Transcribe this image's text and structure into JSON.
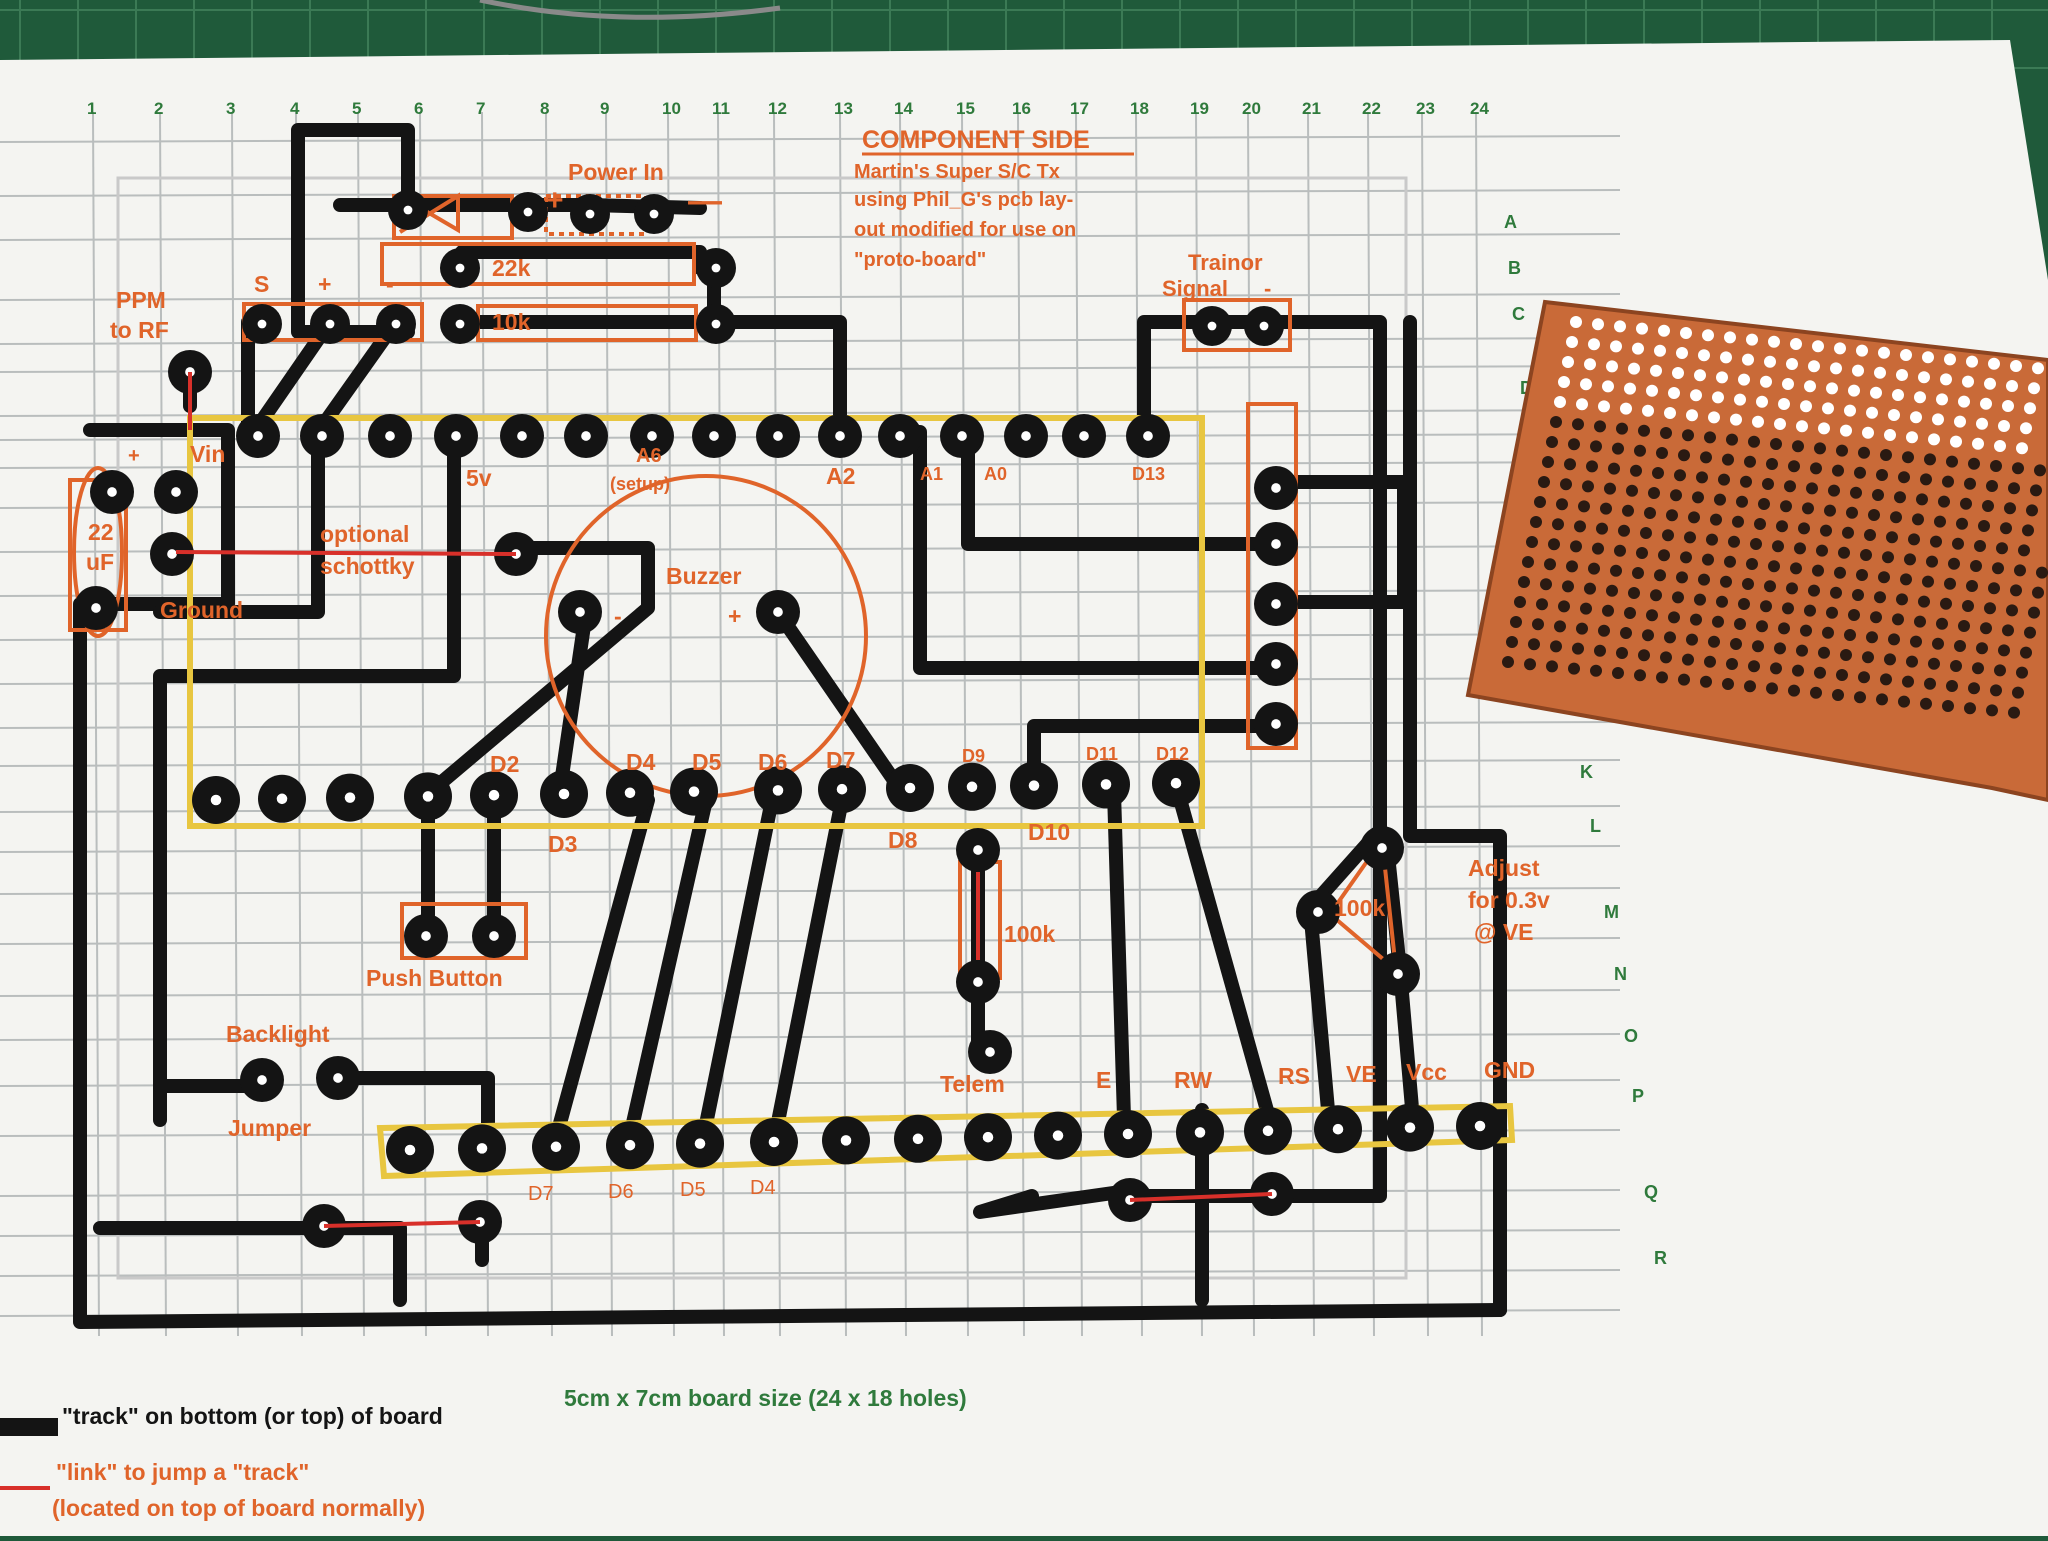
{
  "header": {
    "col_numbers": [
      "1",
      "2",
      "3",
      "4",
      "5",
      "6",
      "7",
      "8",
      "9",
      "10",
      "11",
      "12",
      "13",
      "14",
      "15",
      "16",
      "17",
      "18",
      "19",
      "20",
      "21",
      "22",
      "23",
      "24"
    ],
    "row_letters": [
      "A",
      "B",
      "C",
      "D",
      "K",
      "L",
      "M",
      "N",
      "O",
      "P",
      "Q",
      "R"
    ],
    "title": "COMPONENT SIDE",
    "desc": [
      "Martin's Super S/C Tx",
      "using Phil_G's pcb lay-",
      "out modified for use on",
      "\"proto-board\""
    ]
  },
  "labels": {
    "power_in": "Power In",
    "minus": "—",
    "plus": "+",
    "ppm": [
      "PPM",
      "to RF"
    ],
    "s": "S",
    "plus_small": "+",
    "minus_small": "-",
    "r22k": "22k",
    "r10k": "10k",
    "vin": "Vin",
    "cap": [
      "22",
      "uF"
    ],
    "ground": "Ground",
    "optional": [
      "optional",
      "schottky"
    ],
    "v5": "5v",
    "a6": [
      "A6",
      "(setup)"
    ],
    "a2": "A2",
    "a1": "A1",
    "a0": "A0",
    "d13": "D13",
    "buzzer": "Buzzer",
    "buzz_minus": "-",
    "buzz_plus": "+",
    "trainer": [
      "Trainor",
      "Signal"
    ],
    "trainer_minus": "-",
    "d2": "D2",
    "d3": "D3",
    "d4": "D4",
    "d5": "D5",
    "d6": "D6",
    "d7": "D7",
    "d8": "D8",
    "d9": "D9",
    "d10": "D10",
    "d11": "D11",
    "d12": "D12",
    "r100k_a": "100k",
    "r100k_b": "100k",
    "adjust": [
      "Adjust",
      "for 0.3v",
      "@ VE"
    ],
    "push_button": "Push Button",
    "backlight": [
      "Backlight",
      "Jumper"
    ],
    "lcd": [
      "Telem",
      "E",
      "RW",
      "RS",
      "VE",
      "Vcc",
      "GND"
    ],
    "lcd_data": [
      "D7",
      "D6",
      "D5",
      "D4"
    ],
    "board_size": "5cm  x  7cm  board size  (24 x 18 holes)",
    "legend_track": "\"track\" on bottom (or top) of board",
    "legend_link": [
      "\"link\" to jump a \"track\"",
      "(located on top of board normally)"
    ]
  },
  "colors": {
    "paper": "#f4f4f1",
    "grid": "#b9bdbd",
    "track": "#141414",
    "component": "#e0642a",
    "link": "#d8302a",
    "arduino": "#e8c640",
    "green_label": "#2f7a3c",
    "mat": "#1f5a3a",
    "protoboard": "#c96a38"
  },
  "icons": [
    "protoboard-photo",
    "pad-icon"
  ]
}
